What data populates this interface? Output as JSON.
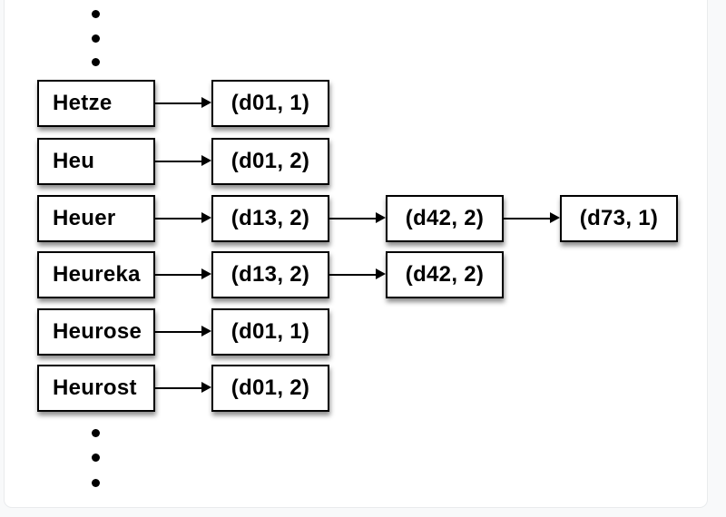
{
  "page": {
    "background_color": "#f8f9fa",
    "panel_color": "#ffffff",
    "panel_border_color": "#e9ebed"
  },
  "diagram": {
    "type": "inverted-index-postings-lists",
    "colors": {
      "box_border": "#000000",
      "box_fill": "#ffffff",
      "text": "#000000",
      "arrow": "#000000",
      "shadow": "rgba(0,0,0,0.45)"
    },
    "ellipsis": {
      "top_dot_count": 3,
      "bottom_dot_count": 3
    },
    "rows": [
      {
        "term": "Hetze",
        "postings": [
          "(d01, 1)"
        ]
      },
      {
        "term": "Heu",
        "postings": [
          "(d01, 2)"
        ]
      },
      {
        "term": "Heuer",
        "postings": [
          "(d13, 2)",
          "(d42, 2)",
          "(d73, 1)"
        ]
      },
      {
        "term": "Heureka",
        "postings": [
          "(d13, 2)",
          "(d42, 2)"
        ]
      },
      {
        "term": "Heurose",
        "postings": [
          "(d01, 1)"
        ]
      },
      {
        "term": "Heurost",
        "postings": [
          "(d01, 2)"
        ]
      }
    ]
  }
}
